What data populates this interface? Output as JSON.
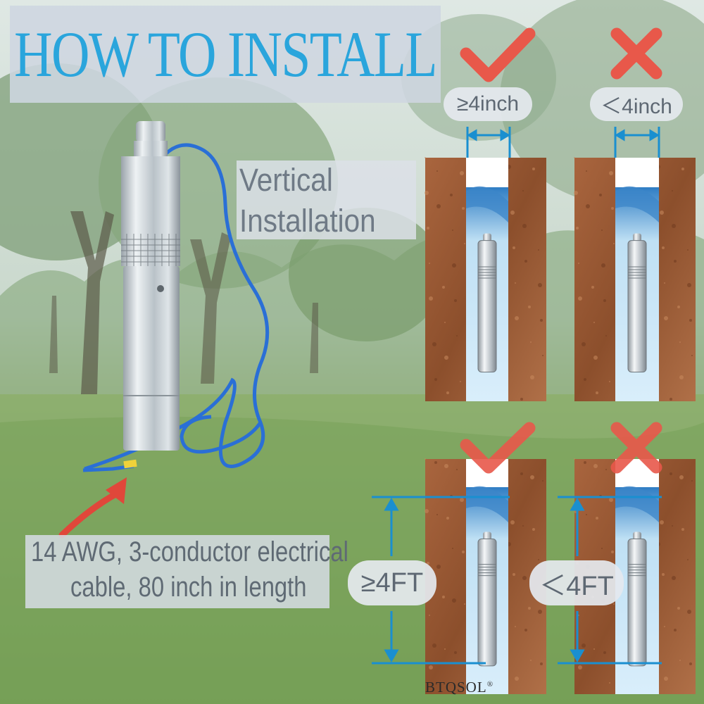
{
  "title": "HOW TO INSTALL",
  "vertical_installation": {
    "line1": "Vertical",
    "line2": "Installation"
  },
  "cable_spec": {
    "line1": "14 AWG, 3-conductor electrical",
    "line2": "cable, 80 inch in length"
  },
  "well_width": {
    "correct_label": "≥4inch",
    "wrong_label": "＜4inch"
  },
  "submersion_depth": {
    "correct_label": "≥4FT",
    "wrong_label": "＜4FT"
  },
  "brand": {
    "name": "BTQSOL",
    "registered_mark": "®"
  },
  "colors": {
    "title": "#2aa5dc",
    "check_mark": "#e8584a",
    "cross_mark": "#e8584a",
    "measure_line": "#1a8fd0",
    "water": "#d8edf9",
    "soil": "#9a5a36",
    "grass": "#6e9e4e",
    "cable": "#2a6fd6"
  },
  "icons": [
    "check-mark-icon",
    "cross-mark-icon",
    "red-arrow-icon",
    "width-arrow-icon",
    "depth-arrow-icon"
  ]
}
